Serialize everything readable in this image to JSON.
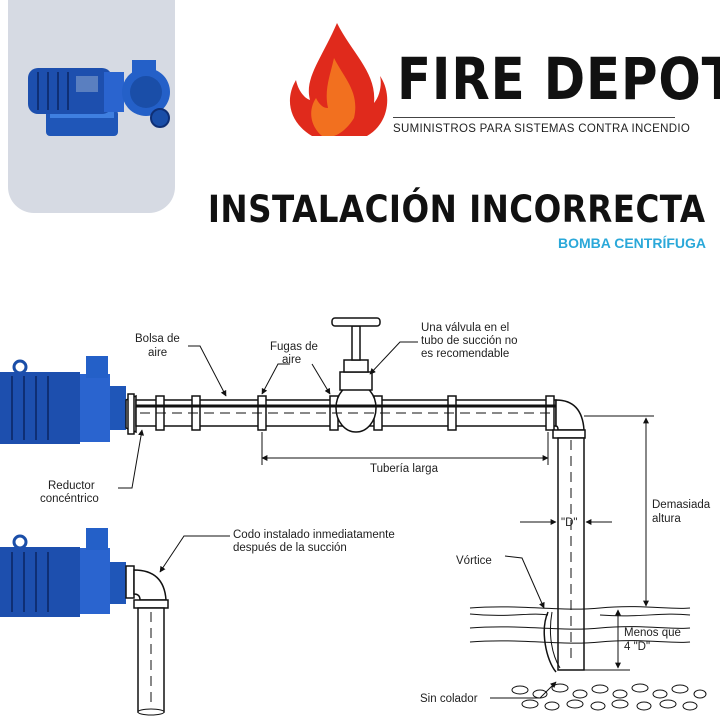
{
  "brand": {
    "name": "FIRE DEPOT",
    "tagline": "SUMINISTROS PARA SISTEMAS CONTRA INCENDIO"
  },
  "title": "INSTALACIÓN INCORRECTA",
  "subtitle": "BOMBA CENTRÍFUGA",
  "colors": {
    "pump_blue": "#1f56b8",
    "flame_red": "#e02a1c",
    "flame_orange": "#f2701f",
    "subtitle_cyan": "#2aa8d9",
    "photo_card_bg": "#d6dae3"
  },
  "diagram": {
    "labels": {
      "air_pocket_l1": "Bolsa de",
      "air_pocket_l2": "aire",
      "air_leaks_l1": "Fugas de",
      "air_leaks_l2": "aire",
      "valve_l1": "Una válvula en el",
      "valve_l2": "tubo de succión no",
      "valve_l3": "es recomendable",
      "reducer_l1": "Reductor",
      "reducer_l2": "concéntrico",
      "long_pipe": "Tubería larga",
      "elbow_l1": "Codo instalado inmediatamente",
      "elbow_l2": "después de la succión",
      "too_high_l1": "Demasiada",
      "too_high_l2": "altura",
      "diameter": "\"D\"",
      "vortex": "Vórtice",
      "less_than_l1": "Menos que",
      "less_than_l2": "4 \"D\"",
      "no_strainer": "Sin colador"
    },
    "icons": [
      "flame-icon",
      "pump-icon"
    ]
  }
}
